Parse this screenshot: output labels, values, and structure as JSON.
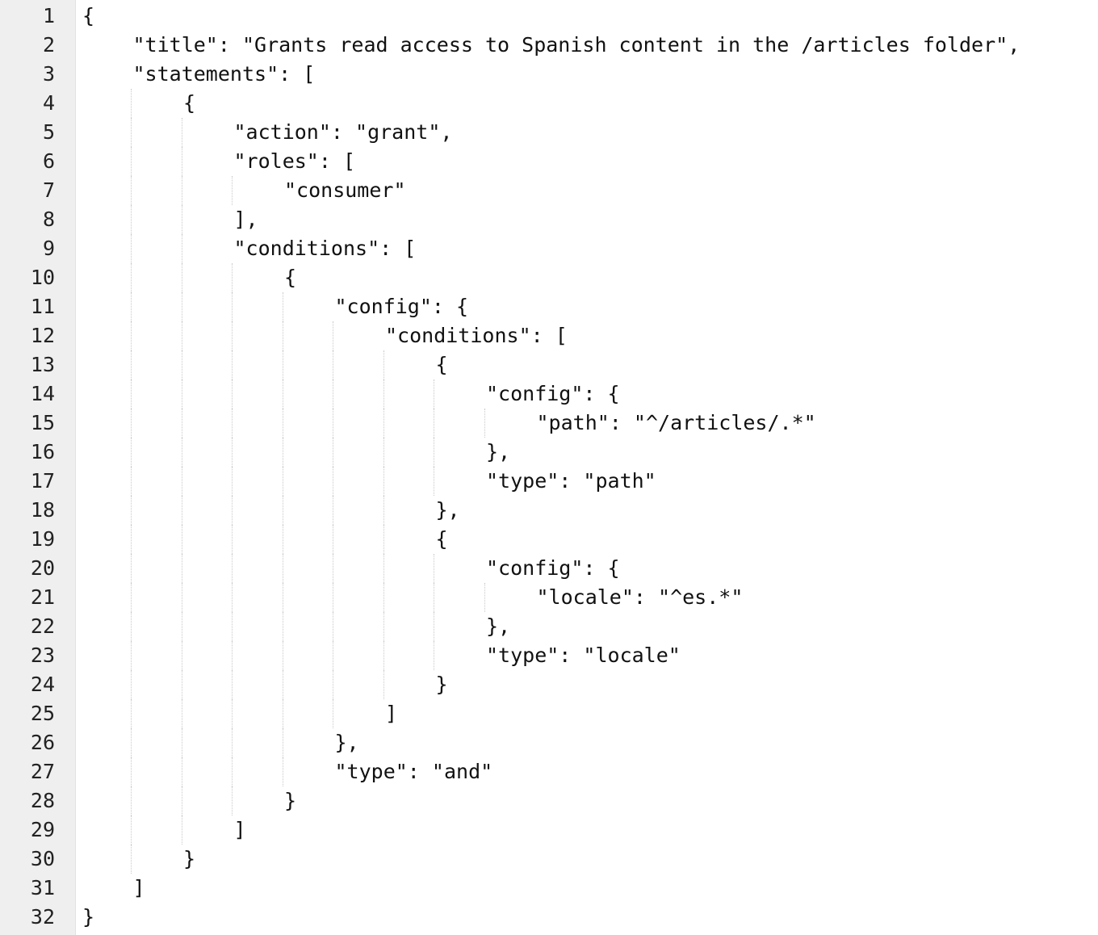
{
  "editor": {
    "language": "json",
    "colors": {
      "gutter_bg": "#efefef",
      "text": "#111111",
      "line_number": "#222222",
      "indent_guide": "#c9c9c9"
    },
    "lines": [
      {
        "n": "1",
        "indent": 0,
        "text": "{"
      },
      {
        "n": "2",
        "indent": 1,
        "text": "\"title\": \"Grants read access to Spanish content in the /articles folder\","
      },
      {
        "n": "3",
        "indent": 1,
        "text": "\"statements\": ["
      },
      {
        "n": "4",
        "indent": 2,
        "text": "{"
      },
      {
        "n": "5",
        "indent": 3,
        "text": "\"action\": \"grant\","
      },
      {
        "n": "6",
        "indent": 3,
        "text": "\"roles\": ["
      },
      {
        "n": "7",
        "indent": 4,
        "text": "\"consumer\""
      },
      {
        "n": "8",
        "indent": 3,
        "text": "],"
      },
      {
        "n": "9",
        "indent": 3,
        "text": "\"conditions\": ["
      },
      {
        "n": "10",
        "indent": 4,
        "text": "{"
      },
      {
        "n": "11",
        "indent": 5,
        "text": "\"config\": {"
      },
      {
        "n": "12",
        "indent": 6,
        "text": "\"conditions\": ["
      },
      {
        "n": "13",
        "indent": 7,
        "text": "{"
      },
      {
        "n": "14",
        "indent": 8,
        "text": "\"config\": {"
      },
      {
        "n": "15",
        "indent": 9,
        "text": "\"path\": \"^/articles/.*\""
      },
      {
        "n": "16",
        "indent": 8,
        "text": "},"
      },
      {
        "n": "17",
        "indent": 8,
        "text": "\"type\": \"path\""
      },
      {
        "n": "18",
        "indent": 7,
        "text": "},"
      },
      {
        "n": "19",
        "indent": 7,
        "text": "{"
      },
      {
        "n": "20",
        "indent": 8,
        "text": "\"config\": {"
      },
      {
        "n": "21",
        "indent": 9,
        "text": "\"locale\": \"^es.*\""
      },
      {
        "n": "22",
        "indent": 8,
        "text": "},"
      },
      {
        "n": "23",
        "indent": 8,
        "text": "\"type\": \"locale\""
      },
      {
        "n": "24",
        "indent": 7,
        "text": "}"
      },
      {
        "n": "25",
        "indent": 6,
        "text": "]"
      },
      {
        "n": "26",
        "indent": 5,
        "text": "},"
      },
      {
        "n": "27",
        "indent": 5,
        "text": "\"type\": \"and\""
      },
      {
        "n": "28",
        "indent": 4,
        "text": "}"
      },
      {
        "n": "29",
        "indent": 3,
        "text": "]"
      },
      {
        "n": "30",
        "indent": 2,
        "text": "}"
      },
      {
        "n": "31",
        "indent": 1,
        "text": "]"
      },
      {
        "n": "32",
        "indent": 0,
        "text": "}"
      }
    ]
  }
}
